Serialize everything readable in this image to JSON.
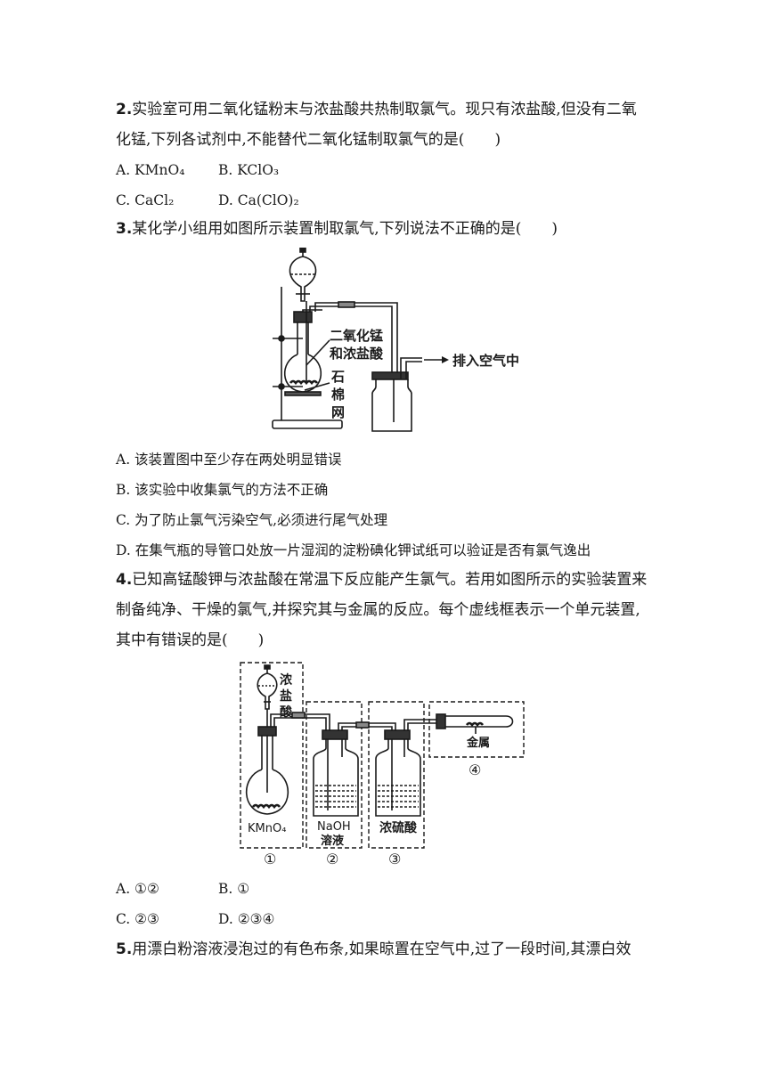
{
  "q2": {
    "number": "2.",
    "line1": "实验室可用二氧化锰粉末与浓盐酸共热制取氯气。现只有浓盐酸,但没有二氧",
    "line2": "化锰,下列各试剂中,不能替代二氧化锰制取氯气的是(　　)",
    "options": [
      "A. KMnO₄",
      "B. KClO₃",
      "C. CaCl₂",
      "D. Ca(ClO)₂"
    ]
  },
  "q3": {
    "number": "3.",
    "line1": "某化学小组用如图所示装置制取氯气,下列说法不正确的是(　　)",
    "figure": {
      "label_reagent_1": "二氧化锰",
      "label_reagent_2": "和浓盐酸",
      "label_outlet": "排入空气中",
      "label_gauze_1": "石",
      "label_gauze_2": "棉",
      "label_gauze_3": "网"
    },
    "options": [
      "A. 该装置图中至少存在两处明显错误",
      "B. 该实验中收集氯气的方法不正确",
      "C. 为了防止氯气污染空气,必须进行尾气处理",
      "D. 在集气瓶的导管口处放一片湿润的淀粉碘化钾试纸可以验证是否有氯气逸出"
    ]
  },
  "q4": {
    "number": "4.",
    "line1": "已知高锰酸钾与浓盐酸在常温下反应能产生氯气。若用如图所示的实验装置来",
    "line2": "制备纯净、干燥的氯气,并探究其与金属的反应。每个虚线框表示一个单元装置,",
    "line3": "其中有错误的是(　　)",
    "figure": {
      "acid_1": "浓",
      "acid_2": "盐",
      "acid_3": "酸",
      "flask_label": "KMnO₄",
      "naoh_1": "NaOH",
      "naoh_2": "溶液",
      "h2so4": "浓硫酸",
      "metal": "金属",
      "unit_1": "①",
      "unit_2": "②",
      "unit_3": "③",
      "unit_4": "④"
    },
    "options": [
      "A. ①②",
      "B. ①",
      "C. ②③",
      "D. ②③④"
    ]
  },
  "q5": {
    "number": "5.",
    "line1": "用漂白粉溶液浸泡过的有色布条,如果晾置在空气中,过了一段时间,其漂白效"
  }
}
